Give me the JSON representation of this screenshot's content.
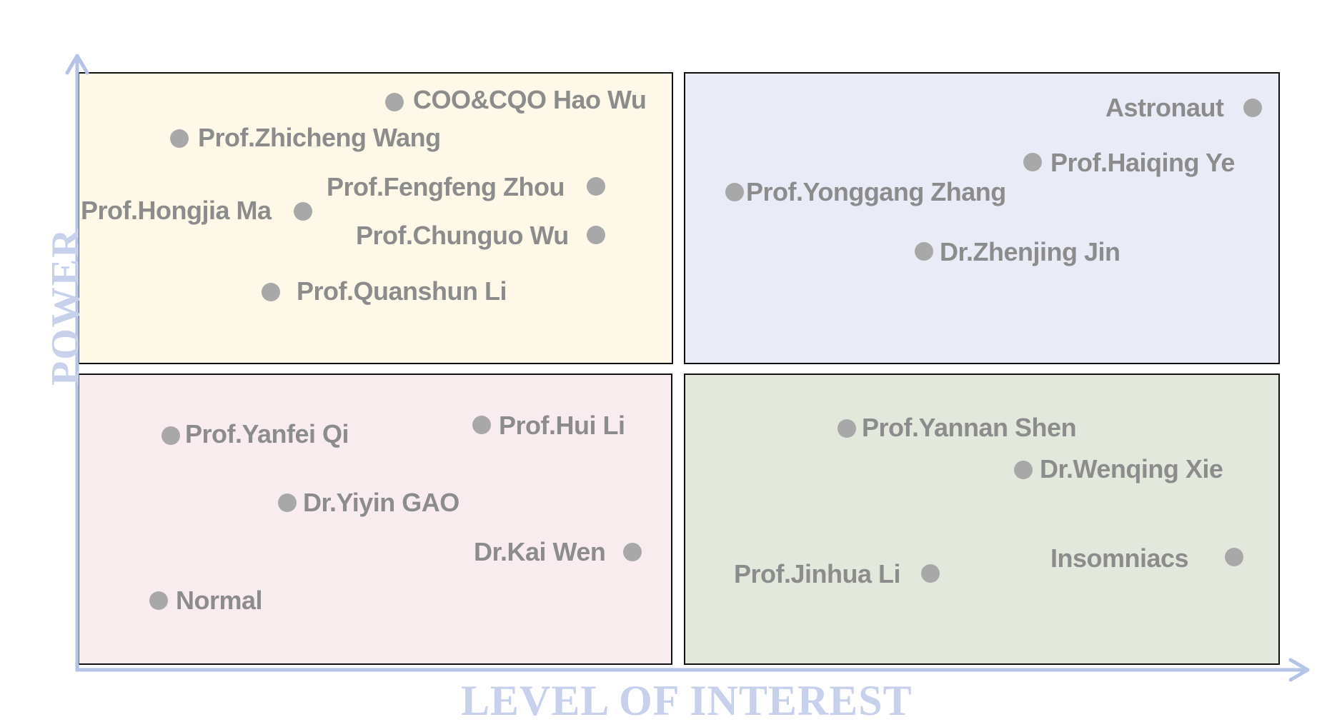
{
  "axes": {
    "y_title": "POWER",
    "x_title": "LEVEL OF INTEREST",
    "axis_color": "#b4c3e6"
  },
  "quadrants": {
    "top_left": {
      "color": "#fdf8e8"
    },
    "top_right": {
      "color": "#e9ebf7"
    },
    "bottom_left": {
      "color": "#f9ecee"
    },
    "bottom_right": {
      "color": "#e3e8dd"
    }
  },
  "stakeholders": {
    "hao_wu": "COO&CQO Hao Wu",
    "zhicheng_wang": "Prof.Zhicheng Wang",
    "fengfeng_zhou": "Prof.Fengfeng Zhou",
    "hongjia_ma": "Prof.Hongjia Ma",
    "chunguo_wu": "Prof.Chunguo Wu",
    "quanshun_li": "Prof.Quanshun Li",
    "astronaut": "Astronaut",
    "haiqing_ye": "Prof.Haiqing Ye",
    "yonggang_zhang": "Prof.Yonggang Zhang",
    "zhenjing_jin": "Dr.Zhenjing Jin",
    "yanfei_qi": "Prof.Yanfei Qi",
    "hui_li": "Prof.Hui Li",
    "yiyin_gao": "Dr.Yiyin GAO",
    "kai_wen": "Dr.Kai Wen",
    "normal": "Normal",
    "yannan_shen": "Prof.Yannan Shen",
    "wenqing_xie": "Dr.Wenqing Xie",
    "jinhua_li": "Prof.Jinhua Li",
    "insomniacs": "Insomniacs"
  },
  "colors": {
    "dot": "#a8a8a8",
    "label": "#8c8c8c",
    "axis_title": "#c7d1ec"
  }
}
